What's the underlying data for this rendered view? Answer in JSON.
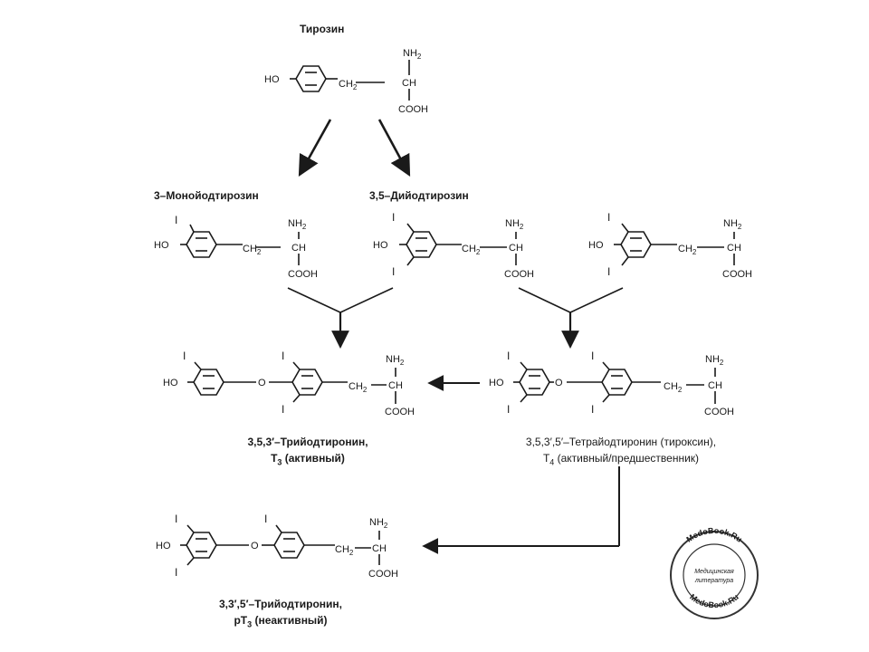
{
  "tyrosine": {
    "title": "Тирозин",
    "ho": "HO",
    "ch2": "CH",
    "ch2_sub": "2",
    "ch": "CH",
    "nh2": "NH",
    "nh2_sub": "2",
    "cooh": "COOH"
  },
  "mit": {
    "title": "3–Монойодтирозин",
    "i": "I",
    "ho": "HO",
    "ch2": "CH",
    "ch2_sub": "2",
    "ch": "CH",
    "nh2": "NH",
    "nh2_sub": "2",
    "cooh": "COOH"
  },
  "dit": {
    "title": "3,5–Дийодтирозин",
    "i": "I",
    "ho": "HO",
    "ch2": "CH",
    "ch2_sub": "2",
    "ch": "CH",
    "nh2": "NH",
    "nh2_sub": "2",
    "cooh": "COOH"
  },
  "dit2": {
    "i": "I",
    "ho": "HO",
    "ch2": "CH",
    "ch2_sub": "2",
    "ch": "CH",
    "nh2": "NH",
    "nh2_sub": "2",
    "cooh": "COOH"
  },
  "t3": {
    "i": "I",
    "ho": "HO",
    "o": "O",
    "ch2": "CH",
    "ch2_sub": "2",
    "ch": "CH",
    "nh2": "NH",
    "nh2_sub": "2",
    "cooh": "COOH",
    "name": "3,5,3′–Трийодтиронин,",
    "sub_pre": "Т",
    "sub_idx": "3",
    "sub_post": " (активный)"
  },
  "t4": {
    "i": "I",
    "ho": "HO",
    "o": "O",
    "ch2": "CH",
    "ch2_sub": "2",
    "ch": "CH",
    "nh2": "NH",
    "nh2_sub": "2",
    "cooh": "COOH",
    "name": "3,5,3′,5′–Тетрайодтиронин (тироксин),",
    "sub_pre": "Т",
    "sub_idx": "4",
    "sub_post": " (активный/предшественник)"
  },
  "rt3": {
    "i": "I",
    "ho": "HO",
    "o": "O",
    "ch2": "CH",
    "ch2_sub": "2",
    "ch": "CH",
    "nh2": "NH",
    "nh2_sub": "2",
    "cooh": "COOH",
    "name": "3,3′,5′–Трийодтиронин,",
    "sub_pre": "рТ",
    "sub_idx": "3",
    "sub_post": " (неактивный)"
  },
  "stamp": {
    "top": "MedoBook.Ru",
    "line1": "Медицинская",
    "line2": "литература",
    "bottom": "MedoBook.Ru"
  }
}
